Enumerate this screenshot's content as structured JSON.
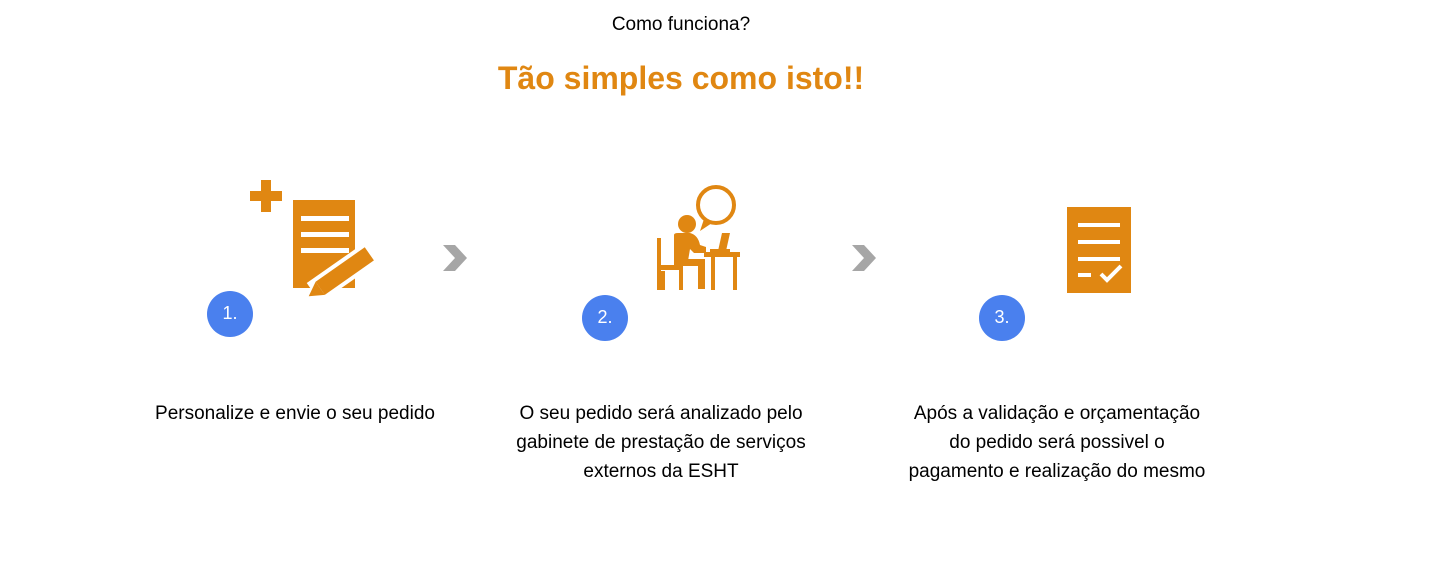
{
  "header": {
    "subtitle": "Como funciona?",
    "title": "Tão simples como isto!!"
  },
  "colors": {
    "accent": "#E08712",
    "badge": "#4A80EE",
    "arrow": "#A6A6A6",
    "text": "#000000"
  },
  "steps": [
    {
      "number": "1.",
      "icon": "add-document-pencil-icon",
      "text": "Personalize e envie o seu pedido"
    },
    {
      "number": "2.",
      "icon": "person-at-computer-icon",
      "text": "O seu pedido será analizado pelo\ngabinete de prestação de serviços\nexternos da ESHT"
    },
    {
      "number": "3.",
      "icon": "document-checked-icon",
      "text": "Após a validação e orçamentação\ndo pedido será possivel o\npagamento e realização do mesmo"
    }
  ]
}
